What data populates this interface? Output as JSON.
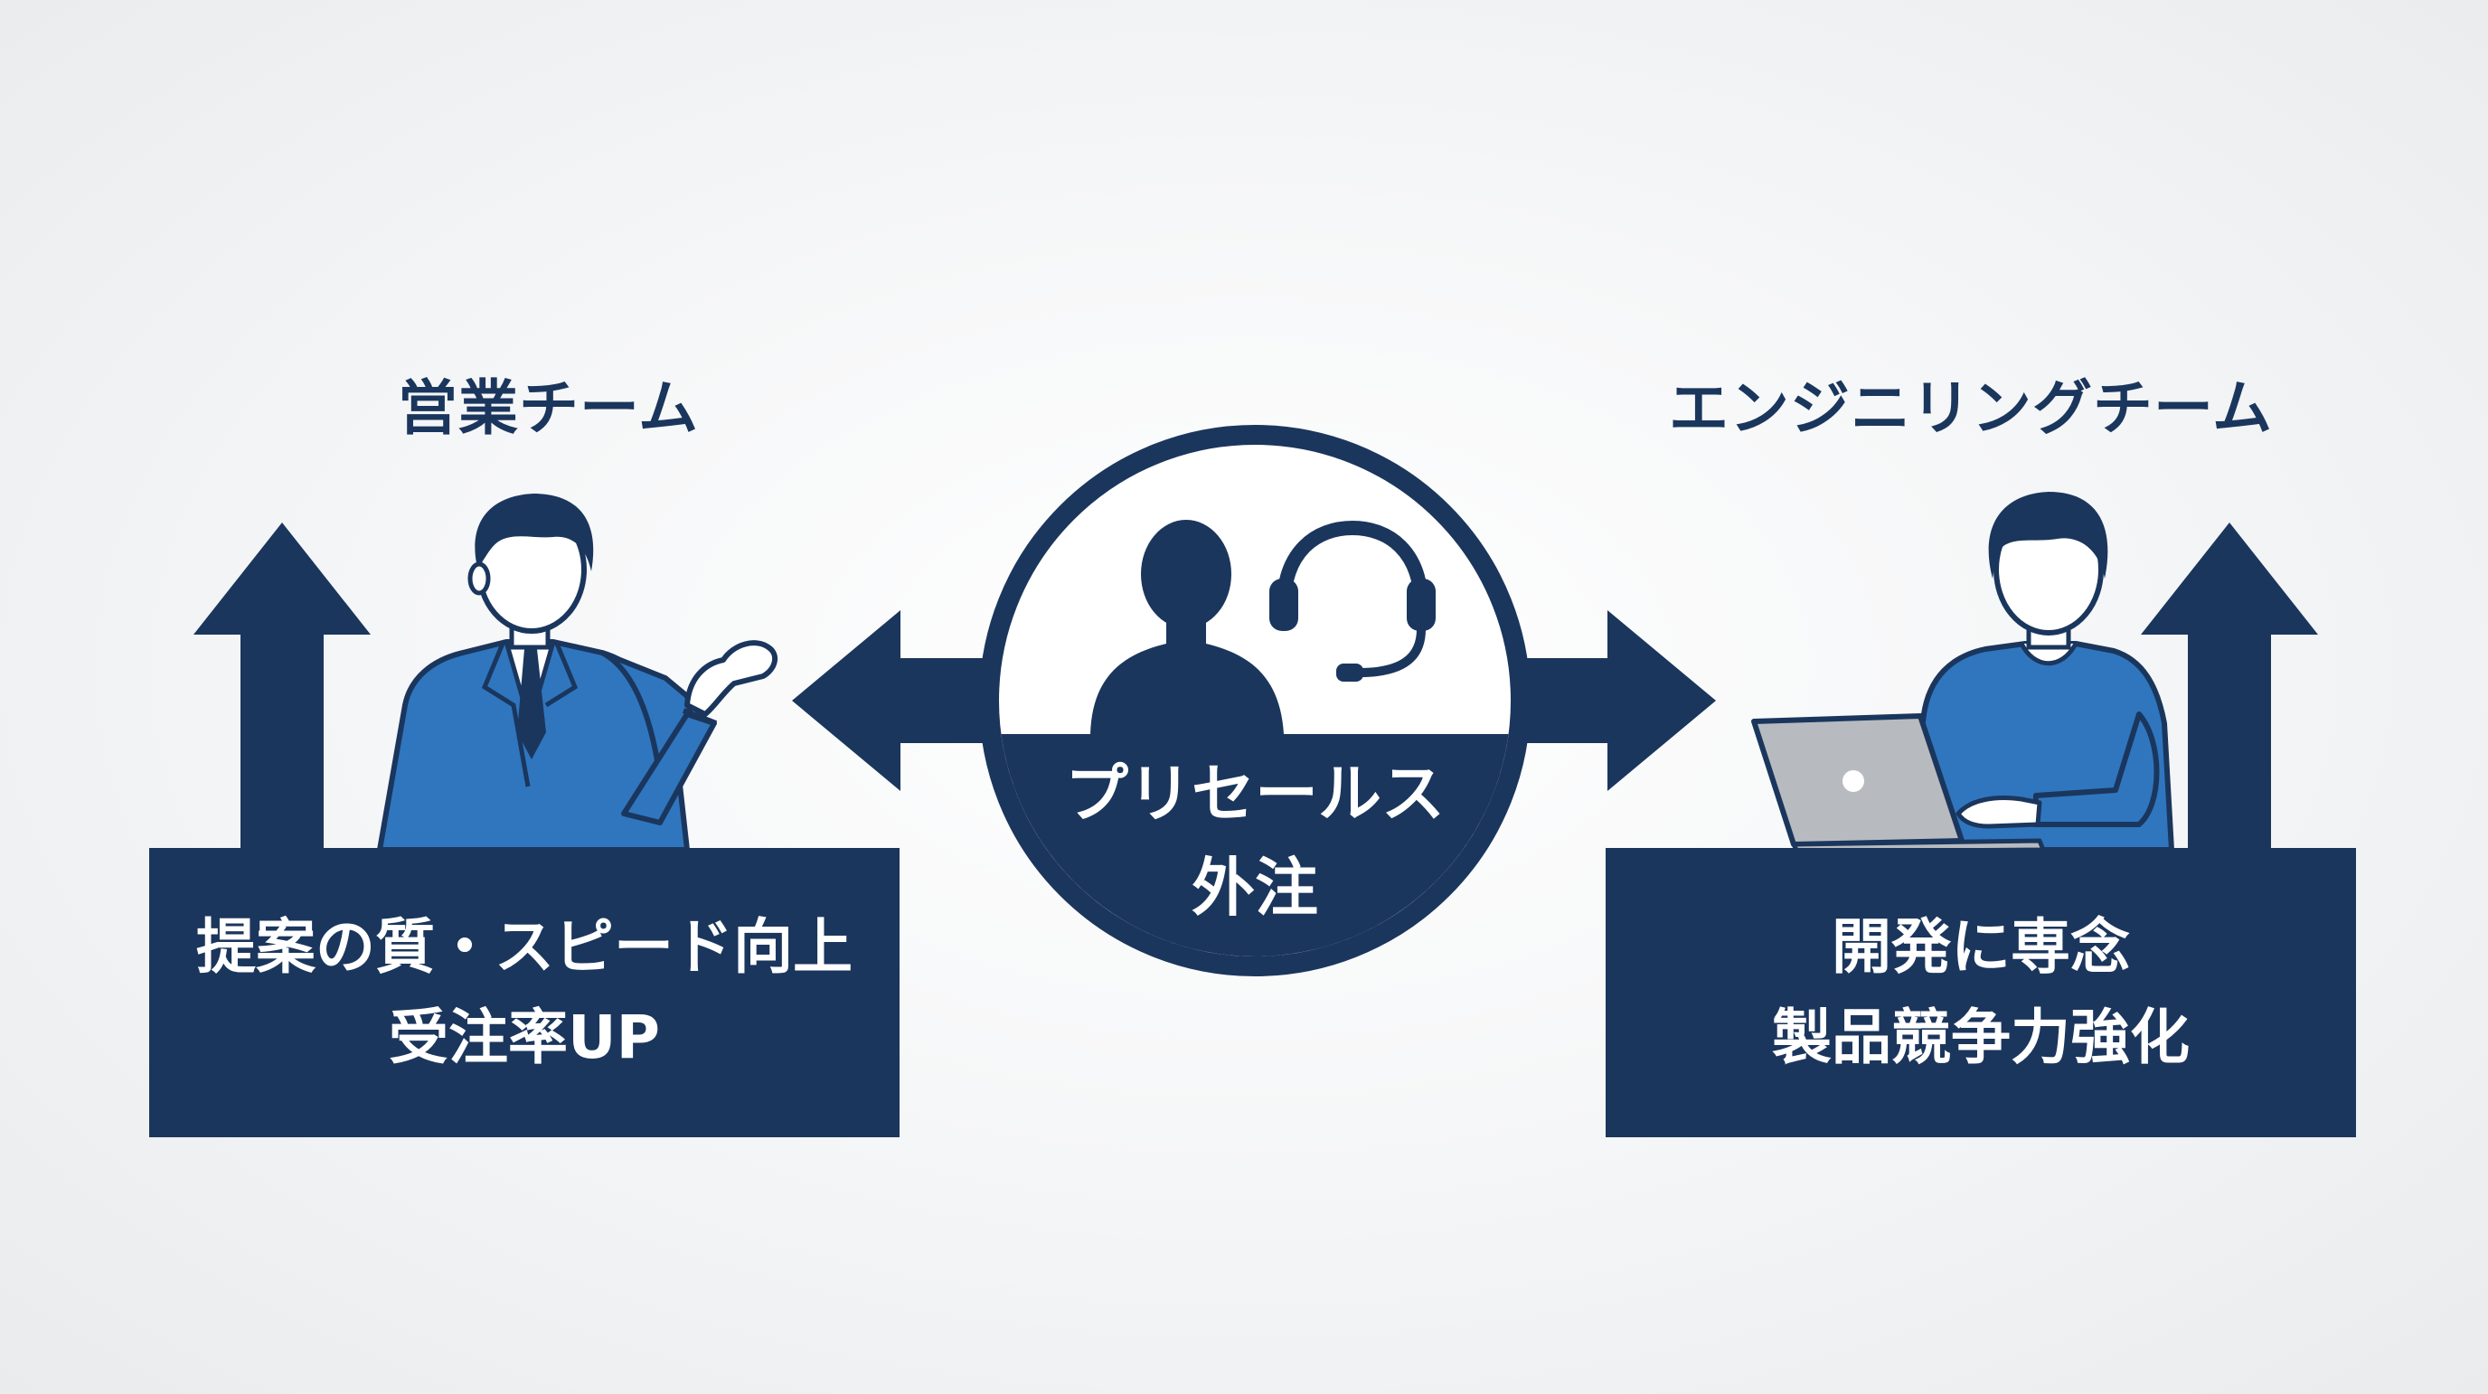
{
  "colors": {
    "navy": "#1b365d",
    "blue": "#2f76bf",
    "white": "#ffffff",
    "laptop_gray": "#b7bbbf"
  },
  "left_team": {
    "title": "営業チーム",
    "line1": "提案の質・スピード向上",
    "line2": "受注率UP",
    "person_icon": "businessman-presenting-icon",
    "arrow_icon": "up-arrow-icon"
  },
  "center": {
    "line1": "プリセールス",
    "line2": "外注",
    "person_icon": "person-silhouette-icon",
    "headset_icon": "headset-icon",
    "arrow_left_icon": "left-arrow-icon",
    "arrow_right_icon": "right-arrow-icon"
  },
  "right_team": {
    "title": "エンジニリングチーム",
    "line1": "開発に専念",
    "line2": "製品競争力強化",
    "person_icon": "engineer-with-laptop-icon",
    "arrow_icon": "up-arrow-icon"
  }
}
